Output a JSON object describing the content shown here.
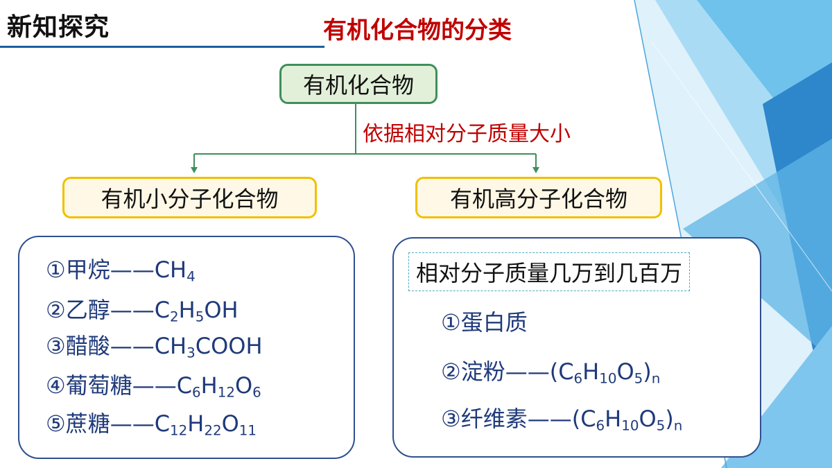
{
  "header": {
    "section_title": "新知探究",
    "slide_title": "有机化合物的分类"
  },
  "tree": {
    "root": "有机化合物",
    "criterion": "依据相对分子质量大小",
    "branches": [
      {
        "label": "有机小分子化合物",
        "examples": [
          {
            "num": "①",
            "name": "甲烷",
            "dash": "——",
            "formula": [
              {
                "t": "CH"
              },
              {
                "s": "4"
              }
            ]
          },
          {
            "num": "②",
            "name": "乙醇",
            "dash": "——",
            "formula": [
              {
                "t": "C"
              },
              {
                "s": "2"
              },
              {
                "t": "H"
              },
              {
                "s": "5"
              },
              {
                "t": "OH"
              }
            ]
          },
          {
            "num": "③",
            "name": "醋酸",
            "dash": "——",
            "formula": [
              {
                "t": "CH"
              },
              {
                "s": "3"
              },
              {
                "t": "COOH"
              }
            ]
          },
          {
            "num": "④",
            "name": "葡萄糖",
            "dash": "——",
            "formula": [
              {
                "t": "C"
              },
              {
                "s": "6"
              },
              {
                "t": "H"
              },
              {
                "s": "12"
              },
              {
                "t": "O"
              },
              {
                "s": "6"
              }
            ]
          },
          {
            "num": "⑤",
            "name": "蔗糖",
            "dash": "——",
            "formula": [
              {
                "t": "C"
              },
              {
                "s": "12"
              },
              {
                "t": "H"
              },
              {
                "s": "22"
              },
              {
                "t": "O"
              },
              {
                "s": "11"
              }
            ]
          }
        ]
      },
      {
        "label": "有机高分子化合物",
        "range_note": "相对分子质量几万到几百万",
        "examples": [
          {
            "num": "①",
            "name": "蛋白质",
            "dash": "",
            "formula": []
          },
          {
            "num": "②",
            "name": "淀粉",
            "dash": "——",
            "formula": [
              {
                "t": "(C"
              },
              {
                "s": "6"
              },
              {
                "t": "H"
              },
              {
                "s": "10"
              },
              {
                "t": "O"
              },
              {
                "s": "5"
              },
              {
                "t": ")"
              },
              {
                "s": "n"
              }
            ]
          },
          {
            "num": "③",
            "name": "纤维素",
            "dash": "——",
            "formula": [
              {
                "t": "(C"
              },
              {
                "s": "6"
              },
              {
                "t": "H"
              },
              {
                "s": "10"
              },
              {
                "t": "O"
              },
              {
                "s": "5"
              },
              {
                "t": ")"
              },
              {
                "s": "n"
              }
            ]
          }
        ]
      }
    ]
  },
  "colors": {
    "accent_red": "#c00000",
    "root_fill": "#e2f0d9",
    "root_border": "#3f8f5a",
    "branch_fill": "#fff8e6",
    "branch_border": "#f0c000",
    "example_text": "#1f3a7a",
    "box_border": "#2f4f8f",
    "deco_blue": "#5fb4e6"
  }
}
